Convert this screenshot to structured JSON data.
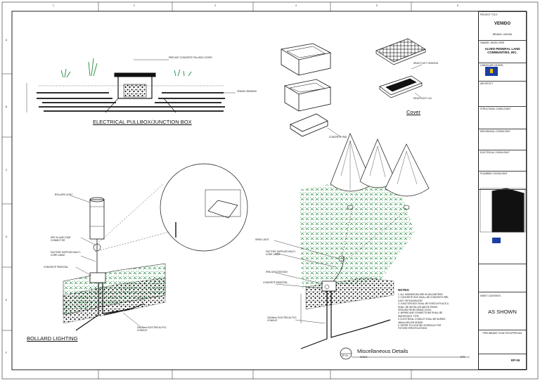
{
  "grid": {
    "top_numbers": [
      "1",
      "2",
      "3",
      "4",
      "5",
      "6"
    ],
    "side_letters": [
      "A",
      "B",
      "C",
      "D",
      "E",
      "F"
    ]
  },
  "title_block": {
    "project_title_label": "PROJECT TITLE",
    "project_name": "VENIDO",
    "project_sub": "BENAVIL LAGUNA",
    "owner_label": "OWNER / DEVELOPER",
    "owner_name": "ALVED-FEDERAL LAND COMMUNITIES, INC.",
    "developer_label": "LANDSCAPE DESIGN",
    "architect_label": "ARCHITECT",
    "structural_label": "STRUCTURAL CONSULTANT",
    "mechanical_label": "MECHANICAL CONSULTANT",
    "electrical_label": "ELECTRICAL CONSULTANT",
    "plumbing_label": "PLUMBING CONSULTANT",
    "sheet_contents_label": "SHEET CONTENTS",
    "scale_value": "AS SHOWN",
    "status_label": "PRELIMINARY PLAN FOR APPROVAL",
    "sheet_number": "EP-04"
  },
  "drawings": {
    "pullbox_title": "ELECTRICAL PULLBOX/JUNCTION BOX",
    "cover_title": "Cover",
    "bollard_title": "BOLLARD LIGHTING",
    "misc_title": "Miscellaneous Details",
    "misc_scale_label": "SCALE",
    "misc_scale_value": "NTS",
    "misc_ref": "EP-04"
  },
  "callouts": {
    "bollard_light": "BOLLARD LIGHT",
    "inline_connector": "IP67 IN-LINE JOINT CONNECTOR",
    "factory_cable": "FACTORY SUPPLIED MULTI-CORE CABLE",
    "concrete_pedestal": "CONCRETE PEDESTAL",
    "conduit_bollard": "20x25mm ELECTRICAL PVC CONDUIT",
    "spike_light": "SPIKE LIGHT",
    "factory_cable2": "FACTORY SUPPLIED MULTI-CORE CABLE",
    "junction_box": "IP66 JUNCTION BOX",
    "concrete_pedestal2": "CONCRETE PEDESTAL",
    "conduit_misc": "20x25mm ELECTRICAL PVC CONDUIT",
    "concrete_pad": "CONCRETE PAD",
    "gravel_bed": "GRAVEL BEDDING",
    "pullbox_note": "PRECAST CONCRETE PULLBOX COVER",
    "cover_note1": "HEAVY DUTY GRATING",
    "cover_note2": "HEAVY DUTY LID"
  },
  "notes": {
    "heading": "NOTES:",
    "items": [
      "1.  ALL DIMENSIONS ARE IN MILLIMETERS.",
      "2.  CONCRETE BOX SHALL BE CONCRETE PRE-",
      "    CAST OR EQUIVALENT.",
      "3.  JUNCTION BOX SHALL BE FIXED IN PLACE &",
      "    SHALL BE INSTALLED ABOVE FINISH",
      "    GROUND FROM GRADE LEVEL.",
      "4.  WIRING AND CONNECTIONS SHALL BE",
      "    WATERTIGHT TYPE.",
      "5.  ELECTRICAL CONDUIT SHALL BE BURIED",
      "    450mm BELOW GRADE.",
      "6.  REFER TO LIGHTING SCHEDULE FOR",
      "    FIXTURE SPECIFICATIONS."
    ]
  }
}
